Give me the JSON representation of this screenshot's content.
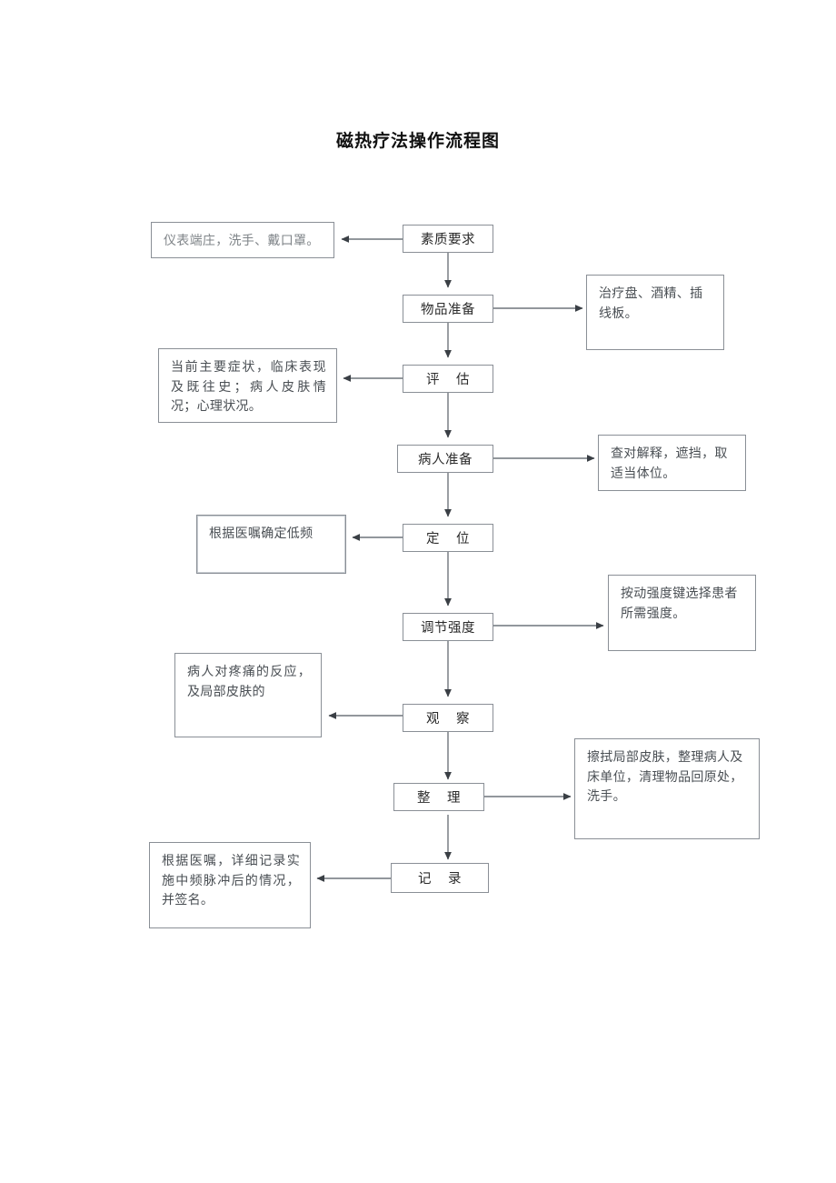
{
  "document": {
    "title": "磁热疗法操作流程图",
    "language": "zh-CN",
    "page_background": "#ffffff",
    "line_color": "#6f757c"
  },
  "flow": {
    "main_steps": [
      {
        "id": "step-quality",
        "label": "素质要求"
      },
      {
        "id": "step-supplies",
        "label": "物品准备"
      },
      {
        "id": "step-assess",
        "label": "评    估"
      },
      {
        "id": "step-patient",
        "label": "病人准备"
      },
      {
        "id": "step-position",
        "label": "定    位"
      },
      {
        "id": "step-intensity",
        "label": "调节强度"
      },
      {
        "id": "step-observe",
        "label": "观    察"
      },
      {
        "id": "step-tidy",
        "label": "整    理"
      },
      {
        "id": "step-record",
        "label": "记    录"
      }
    ],
    "annotations": [
      {
        "id": "note-quality",
        "side": "left",
        "for": "step-quality",
        "text": "仪表端庄，洗手、戴口罩。"
      },
      {
        "id": "note-supplies",
        "side": "right",
        "for": "step-supplies",
        "text": "治疗盘、酒精、插线板。"
      },
      {
        "id": "note-assess",
        "side": "left",
        "for": "step-assess",
        "text": "当前主要症状，临床表现及既往史；病人皮肤情况；心理状况。"
      },
      {
        "id": "note-patient",
        "side": "right",
        "for": "step-patient",
        "text": "查对解释，遮挡，取适当体位。"
      },
      {
        "id": "note-position",
        "side": "left",
        "for": "step-position",
        "text": "根据医嘱确定低频"
      },
      {
        "id": "note-intensity",
        "side": "right",
        "for": "step-intensity",
        "text": "按动强度键选择患者所需强度。"
      },
      {
        "id": "note-observe",
        "side": "left",
        "for": "step-observe",
        "text": "病人对疼痛的反应，及局部皮肤的"
      },
      {
        "id": "note-tidy",
        "side": "right",
        "for": "step-tidy",
        "text": "擦拭局部皮肤，整理病人及床单位，清理物品回原处，洗手。"
      },
      {
        "id": "note-record",
        "side": "left",
        "for": "step-record",
        "text": "根据医嘱，详细记录实施中频脉冲后的情况，并签名。"
      }
    ]
  }
}
